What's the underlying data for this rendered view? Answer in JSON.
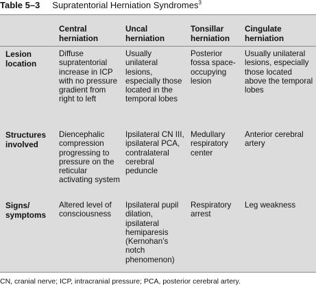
{
  "table": {
    "number": "Table 5–3",
    "title": "Supratentorial Herniation Syndromes",
    "title_ref": "3",
    "columns": [
      "",
      "Central herniation",
      "Uncal herniation",
      "Tonsillar herniation",
      "Cingulate herniation"
    ],
    "rows": [
      {
        "label": "Lesion location",
        "cells": [
          "Diffuse supratentorial increase in ICP with no pressure gradient from right to left",
          "Usually unilateral lesions, especially those located in the temporal lobes",
          "Posterior fossa space-occupying lesion",
          "Usually unilateral lesions, especially those located above the temporal lobes"
        ]
      },
      {
        "label": "Structures involved",
        "cells": [
          "Diencephalic compression progressing to pressure on the reticular activating system",
          "Ipsilateral CN III, ipsilateral PCA, contralateral cerebral peduncle",
          "Medullary respiratory center",
          "Anterior cerebral artery"
        ]
      },
      {
        "label": "Signs/ symptoms",
        "cells": [
          "Altered level of consciousness",
          "Ipsilateral pupil dilation, ipsilateral hemiparesis (Kernohan’s notch phenomenon)",
          "Respiratory arrest",
          "Leg weakness"
        ]
      }
    ],
    "footnote": "CN, cranial nerve; ICP, intracranial pressure; PCA, posterior cerebral artery."
  }
}
